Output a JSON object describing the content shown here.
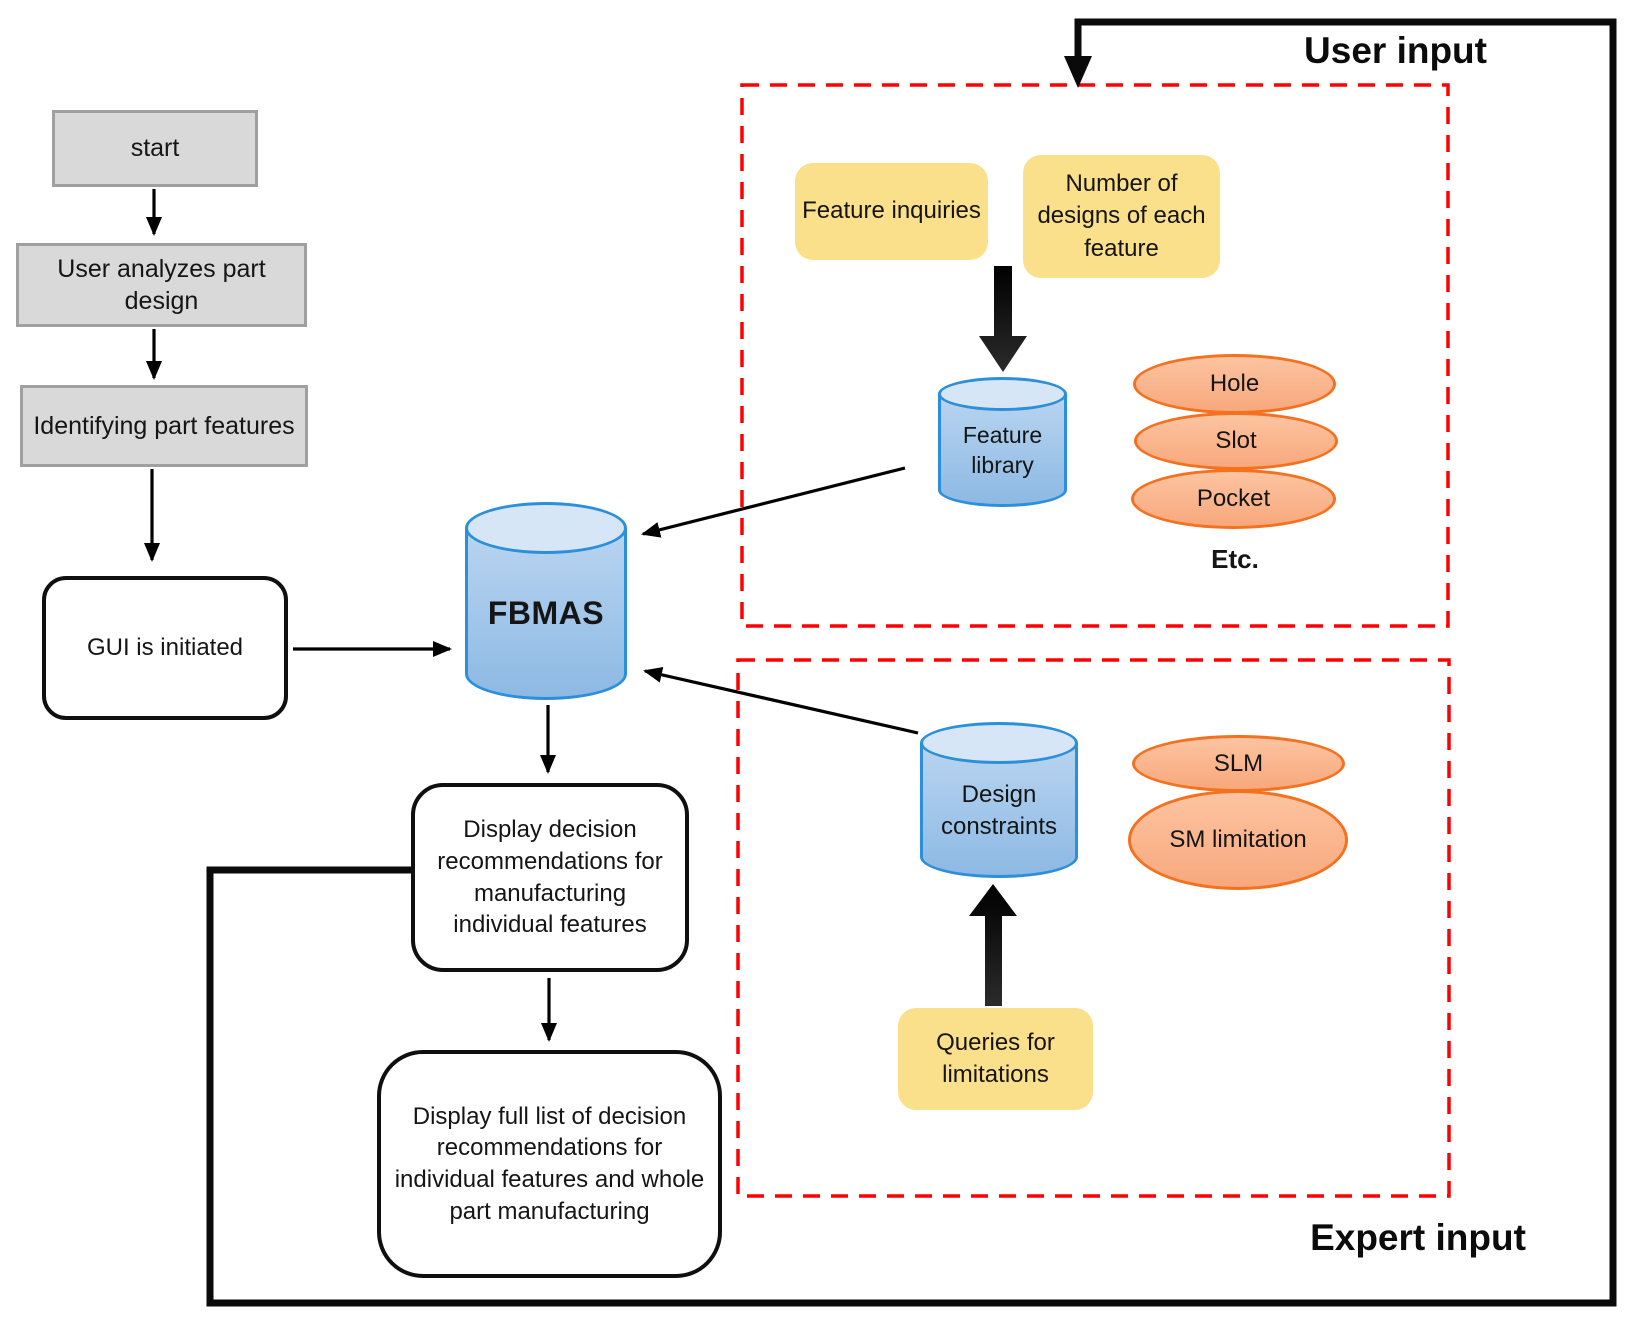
{
  "colors": {
    "red-dashed": "#ff0000",
    "cyl-stroke": "#2b90d9",
    "cyl-top": "#d7e6f6",
    "cyl-body-light": "#b9d5f0",
    "cyl-body-dark": "#8db9e4",
    "ellipse-stroke": "#f4711f",
    "ellipse-light": "#fcc4a1",
    "ellipse-dark": "#f8a87c",
    "yellow": "#fbe08c",
    "gray-fill": "#d9d9d9",
    "gray-stroke": "#a0a0a0",
    "line": "#000000"
  },
  "flow": {
    "start": "start",
    "analyze_design": "User analyzes part design",
    "identify_features": "Identifying part features",
    "gui_initiated": "GUI is initiated",
    "fbmas": "FBMAS",
    "display_individual": "Display decision recommendations for manufacturing individual features",
    "display_full_list": "Display full list of decision recommendations for individual features and whole part manufacturing"
  },
  "user_input": {
    "region_label": "User input",
    "feature_inquiries": "Feature inquiries",
    "number_of_designs": "Number of designs of each feature",
    "feature_library": "Feature library",
    "features": [
      "Hole",
      "Slot",
      "Pocket"
    ],
    "etc_label": "Etc."
  },
  "expert_input": {
    "region_label": "Expert input",
    "design_constraints": "Design constraints",
    "processes": [
      "SLM",
      "SM limitation"
    ],
    "queries": "Queries for limitations"
  }
}
